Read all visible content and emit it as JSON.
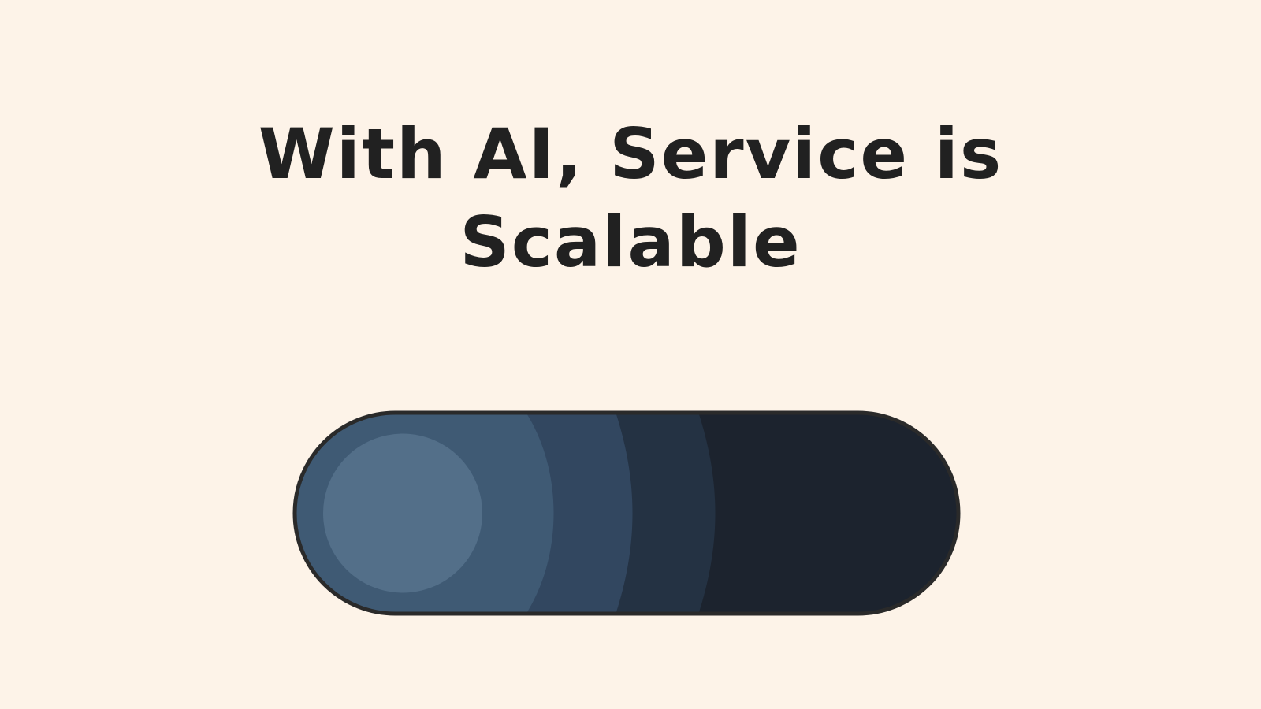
{
  "headline": {
    "line1": "With AI, Service is",
    "line2": "Scalable"
  },
  "slider": {
    "level": 0.0,
    "track_colors": [
      "#3f5a74",
      "#324760",
      "#243243",
      "#1c232e"
    ],
    "knob_color": "#536f89",
    "border_color": "#2a2a2a"
  }
}
